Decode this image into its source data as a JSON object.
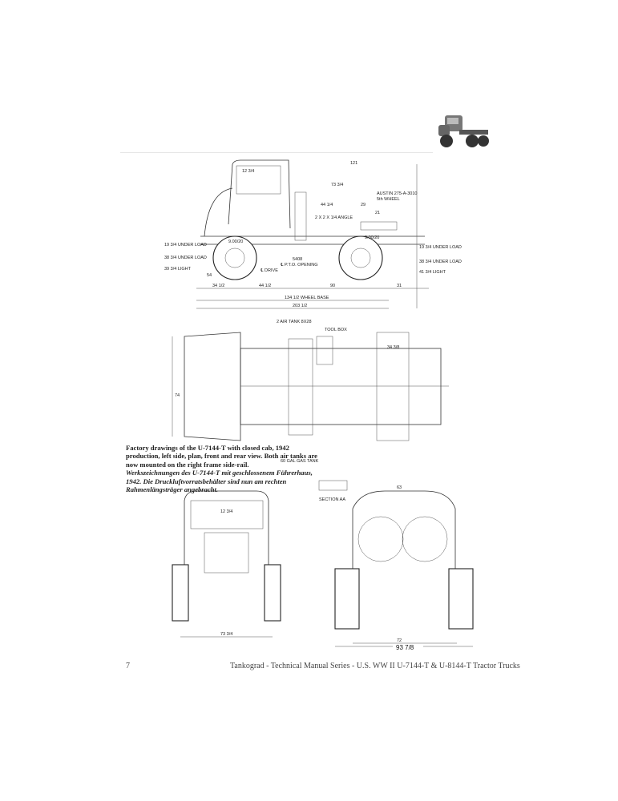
{
  "caption": {
    "english": "Factory drawings of the U-7144-T with closed cab, 1942 production, left side, plan, front and rear view. Both air tanks are now mounted on the right frame side-rail.",
    "german": "Werkszeichnungen des U-7144-T mit geschlossenem Führerhaus, 1942. Die Druckluftvorratsbehälter sind nun am rechten Rahmenlängsträger angebracht."
  },
  "footer": {
    "page_number": "7",
    "title": "Tankograd - Technical Manual Series - U.S. WW II U-7144-T & U-8144-T Tractor Trucks"
  },
  "side_view": {
    "overall_length": "121",
    "cab_offset": "12 3/4",
    "fifth_wheel_dim": "73 3/4",
    "fifth_wheel_name": "AUSTIN 275-A-3010",
    "fifth_wheel_label": "5th WHEEL",
    "dim_44": "44 1/4",
    "dim_29": "29",
    "dim_21": "21",
    "angle_label": "2 X 2 X 1/4 ANGLE",
    "tire_size_front": "9.00/20",
    "tire_size_rear": "9.00/20",
    "front_under_load_1": "19 3/4 UNDER LOAD",
    "front_under_load_2": "38 3/4 UNDER LOAD",
    "front_light": "39 3/4 LIGHT",
    "rear_under_load_1": "19 3/4 UNDER LOAD",
    "rear_under_load_2": "38 3/4 UNDER LOAD",
    "rear_light": "41 3/4 LIGHT",
    "pto_code": "5408",
    "pto_label": "℄ P.T.O. OPENING",
    "drive_label": "℄ DRIVE",
    "dim_54": "54",
    "dim_front_overhang": "34 1/2",
    "dim_44_half": "44 1/2",
    "dim_90": "90",
    "dim_31": "31",
    "wheel_base": "134 1/2 WHEEL BASE",
    "overall": "203 1/2"
  },
  "plan_view": {
    "air_tank_label": "2 AIR TANK 8X28",
    "tool_box_label": "TOOL BOX",
    "gas_tank_label": "60 GAL GAS TANK",
    "width": "74",
    "dim_34": "34 3/8"
  },
  "front_view": {
    "dim_top": "12 3/4",
    "track": "73 3/4"
  },
  "rear_view": {
    "width_top": "63",
    "section_label": "SECTION AA",
    "dim_72": "72",
    "dim_overall": "93 7/8"
  }
}
